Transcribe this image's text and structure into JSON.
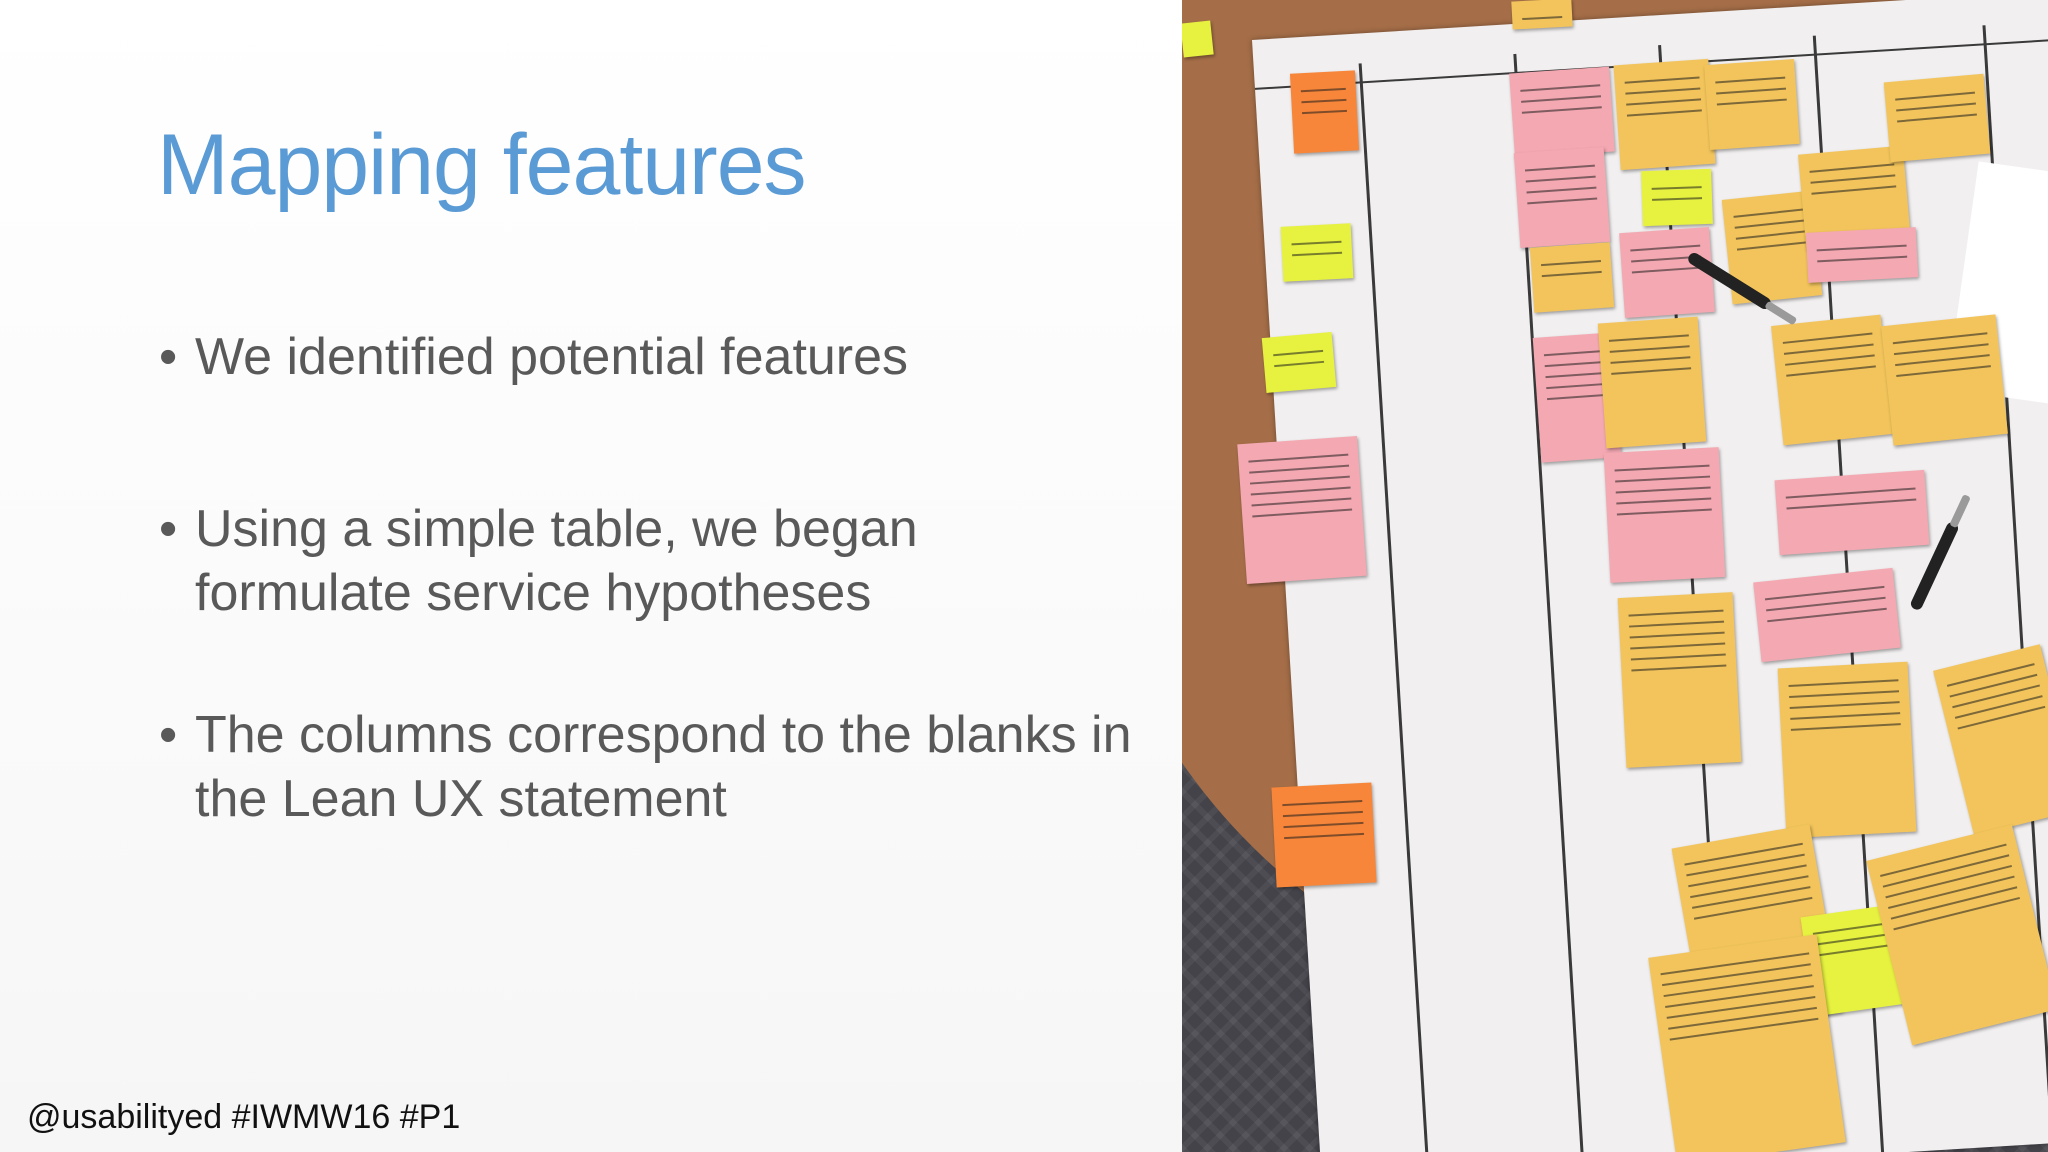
{
  "slide": {
    "title": "Mapping features",
    "bullets": [
      "We identified potential features",
      "Using a simple table, we began formulate service hypotheses",
      "The columns correspond to the blanks in the Lean UX statement"
    ],
    "bullet_glyph": "•",
    "footer": "@usabilityed  #IWMW16 #P1"
  },
  "colors": {
    "title": "#5b9bd5",
    "body_text": "#595959",
    "sticky_pink": "#f4a8b2",
    "sticky_yellow": "#f2c45b",
    "sticky_orange": "#f7863a",
    "sticky_lime": "#e6f23f"
  },
  "photo": {
    "description_icon": "photo-of-sticky-notes-on-table-grid"
  }
}
